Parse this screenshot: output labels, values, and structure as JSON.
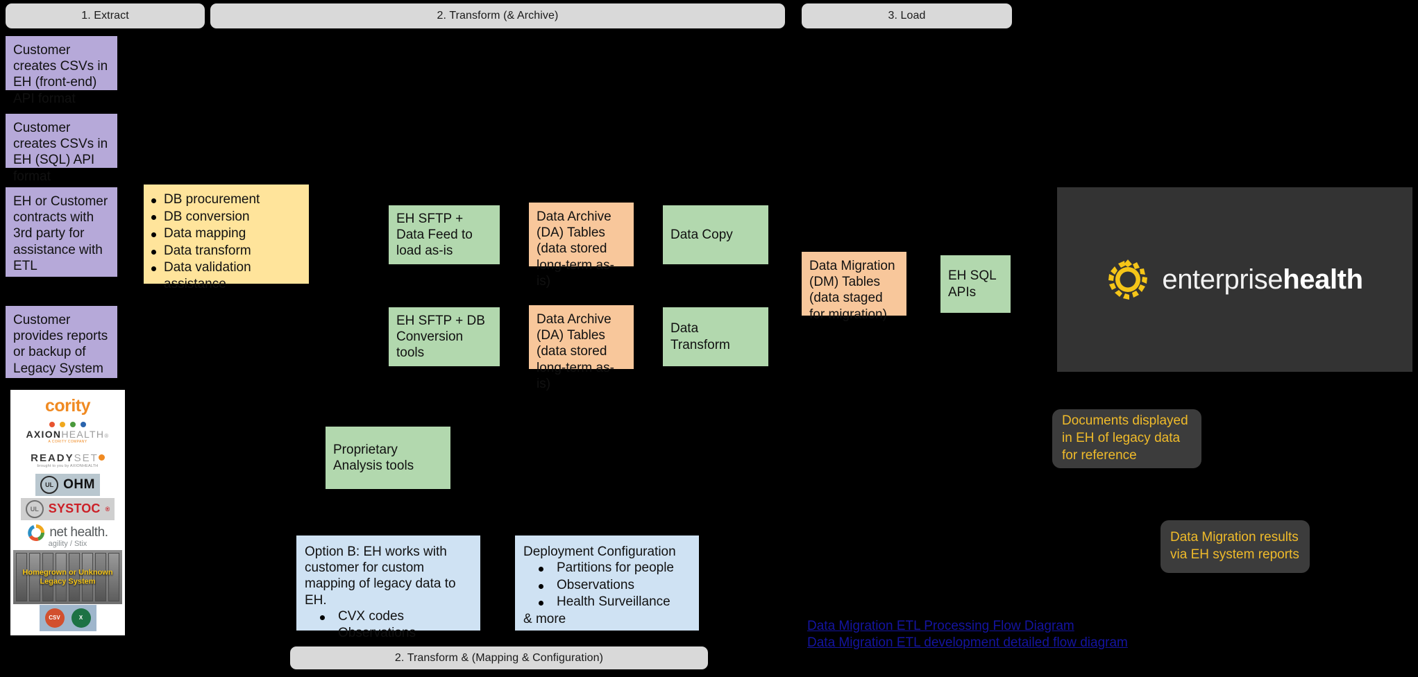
{
  "phases": [
    {
      "label": "1. Extract"
    },
    {
      "label": "2. Transform (& Archive)"
    },
    {
      "label": "3. Load"
    },
    {
      "label": "2. Transform & (Mapping & Configuration)"
    }
  ],
  "extract": {
    "boxes": [
      {
        "text": "Customer creates CSVs in EH (front-end) API format"
      },
      {
        "text": "Customer creates CSVs in EH (SQL) API format"
      },
      {
        "text": "EH or Customer contracts with 3rd party for assistance with ETL"
      },
      {
        "text": "Customer provides reports or backup of Legacy System"
      }
    ],
    "third_party_tasks": {
      "items": [
        "DB procurement",
        "DB conversion",
        "Data mapping",
        "Data transform",
        "Data validation assistance"
      ]
    },
    "logos": {
      "cority": "cority",
      "axion_main": "AXION",
      "axion_light": "HEALTH",
      "axion_tm": "®",
      "axion_sub": "A CORITY COMPANY",
      "readyset_bold": "READY",
      "readyset_light": "SET",
      "readyset_sub": "brought to you by AXIONHEALTH",
      "ul_mark": "UL",
      "ohm": "OHM",
      "systoc": "SYSTOC",
      "systoc_tm": "®",
      "net_health": "net health.",
      "net_health_sub": "agility / Stix",
      "legacy_line1": "Homegrown or Unknown",
      "legacy_line2": "Legacy System",
      "csv_icon": "CSV",
      "excel_icon": "X"
    }
  },
  "transform": {
    "row1": [
      {
        "color": "green",
        "text": "EH SFTP + Data Feed to load as-is"
      },
      {
        "color": "orange",
        "text": "Data Archive (DA) Tables (data stored long-term as-is)"
      },
      {
        "color": "green",
        "text": "Data Copy"
      }
    ],
    "row2": [
      {
        "color": "green",
        "text": "EH SFTP + DB Conversion tools"
      },
      {
        "color": "orange",
        "text": "Data Archive (DA) Tables (data stored long-term as-is)"
      },
      {
        "color": "green",
        "text": "Data Transform"
      }
    ],
    "proprietary": {
      "text": "Proprietary Analysis tools"
    },
    "option_b": {
      "heading": "Option B: EH works with customer for custom mapping of legacy data to EH.",
      "items": [
        "CVX codes",
        "Observations"
      ]
    },
    "deployment": {
      "heading": "Deployment Configuration",
      "items": [
        "Partitions for people",
        "Observations",
        "Health Surveillance"
      ],
      "footer": "& more"
    }
  },
  "load": {
    "dm_tables": {
      "text": "Data Migration (DM) Tables (data staged for migration)"
    },
    "eh_sql_apis": {
      "text": "EH SQL APIs"
    },
    "documents_callout": {
      "text": "Documents displayed in EH of legacy data for reference"
    },
    "results_callout": {
      "text": "Data Migration results via EH system reports"
    }
  },
  "brand": {
    "word_light": "enterprise",
    "word_bold": "health",
    "logo_icon": "sun-gear-icon"
  },
  "links": [
    {
      "label": "Data Migration ETL Processing Flow Diagram"
    },
    {
      "label": "Data Migration ETL development detailed flow diagram"
    }
  ],
  "colors": {
    "phase_bg": "#d9d9d9",
    "purple": "#b6a9d9",
    "yellow": "#ffe49b",
    "green": "#b2d8ae",
    "orange": "#f8c79b",
    "blue": "#cfe2f3",
    "callout_bg": "#3c3c3c",
    "callout_text": "#f0bb2a",
    "brand_bg": "#333333",
    "brand_accent": "#f5c518",
    "link": "#1414a0",
    "canvas": "#000000"
  }
}
